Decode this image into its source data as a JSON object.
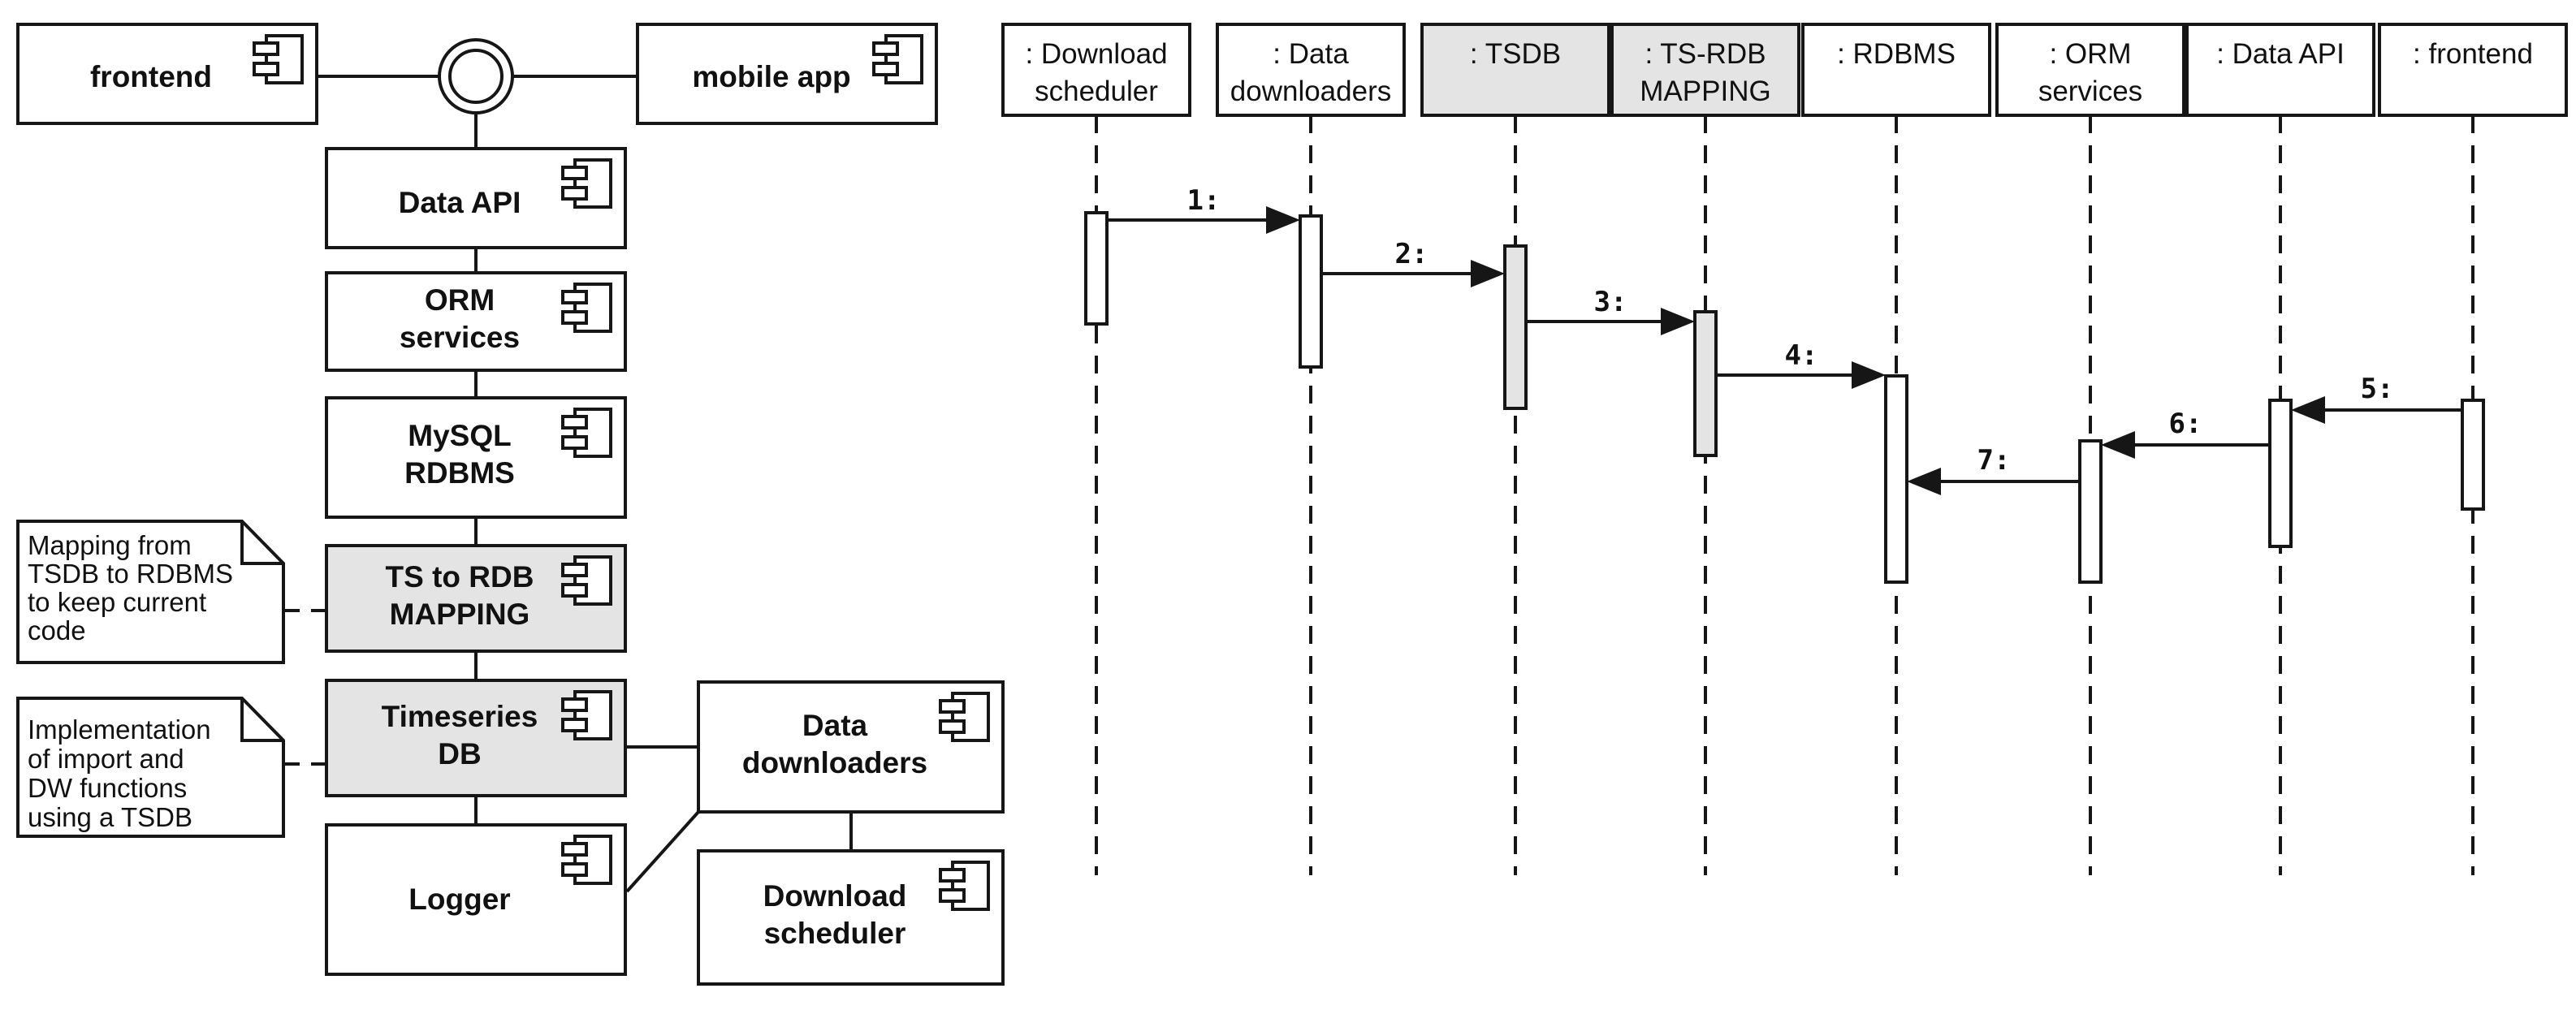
{
  "title": "UML component and sequence diagram",
  "colors": {
    "bg": "#ffffff",
    "stroke": "#161616",
    "node_fill": "#ffffff",
    "highlight_fill": "#e4e4e4",
    "text_color": "#111111"
  },
  "components": {
    "frontend": {
      "lines": [
        "frontend"
      ]
    },
    "mobile_app": {
      "lines": [
        "mobile app"
      ]
    },
    "data_api": {
      "lines": [
        "Data API"
      ]
    },
    "orm_services": {
      "lines": [
        "ORM",
        "services"
      ]
    },
    "mysql_rdbms": {
      "lines": [
        "MySQL",
        "RDBMS"
      ]
    },
    "ts_to_rdb": {
      "lines": [
        "TS to RDB",
        "MAPPING"
      ]
    },
    "timeseries_db": {
      "lines": [
        "Timeseries",
        "DB"
      ]
    },
    "data_downloaders": {
      "lines": [
        "Data",
        "downloaders"
      ]
    },
    "logger": {
      "lines": [
        "Logger"
      ]
    },
    "download_scheduler": {
      "lines": [
        "Download",
        "scheduler"
      ]
    }
  },
  "notes": {
    "mapping": {
      "lines": [
        "Mapping from",
        "TSDB to RDBMS",
        "to keep current",
        "code"
      ]
    },
    "implementation": {
      "lines": [
        "Implementation",
        "of import and",
        "DW functions",
        "using a TSDB"
      ]
    }
  },
  "sequence": {
    "lifelines": {
      "download_scheduler": {
        "lines": [
          ": Download",
          "scheduler"
        ]
      },
      "data_downloaders": {
        "lines": [
          ": Data",
          "downloaders"
        ]
      },
      "tsdb": {
        "lines": [
          ": TSDB"
        ]
      },
      "ts_rdb_mapping": {
        "lines": [
          ": TS-RDB",
          "MAPPING"
        ]
      },
      "rdbms": {
        "lines": [
          ": RDBMS"
        ]
      },
      "orm_services": {
        "lines": [
          ": ORM",
          "services"
        ]
      },
      "data_api": {
        "lines": [
          ": Data API"
        ]
      },
      "frontend": {
        "lines": [
          ": frontend"
        ]
      }
    },
    "messages": [
      {
        "label": "1:"
      },
      {
        "label": "2:"
      },
      {
        "label": "3:"
      },
      {
        "label": "4:"
      },
      {
        "label": "5:"
      },
      {
        "label": "6:"
      },
      {
        "label": "7:"
      }
    ]
  }
}
